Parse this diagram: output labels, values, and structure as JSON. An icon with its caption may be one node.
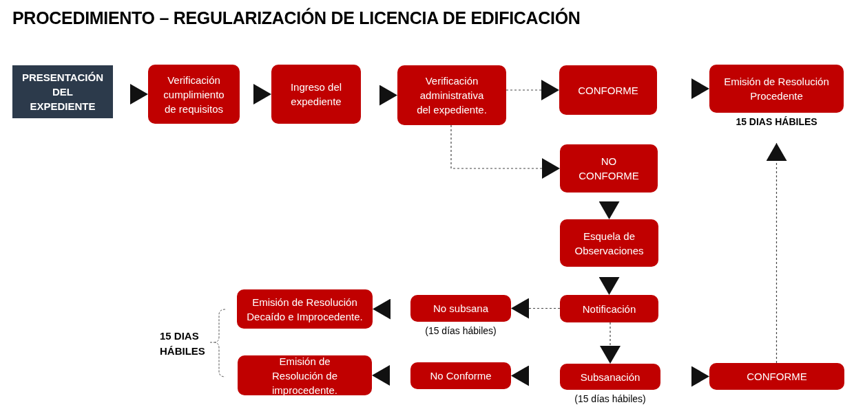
{
  "diagram": {
    "title": "PROCEDIMIENTO – REGULARIZACIÓN DE LICENCIA DE EDIFICACIÓN",
    "nodes": [
      {
        "text": [
          "PRESENTACIÓN DEL EXPEDIENTE"
        ]
      },
      {
        "text": [
          "Verificación cumplimiento de requisitos"
        ]
      },
      {
        "text": [
          "Ingreso del expediente"
        ]
      },
      {
        "text": [
          "Verificación administrativa del expediente."
        ]
      },
      {
        "text": [
          "CONFORME"
        ]
      },
      {
        "text": [
          "Emisión de Resolución Procedente"
        ],
        "beside": [
          "15 DIAS HÁBILES"
        ]
      },
      {
        "text": [
          "NO CONFORME"
        ]
      },
      {
        "text": [
          "Esquela de Observaciones"
        ]
      },
      {
        "text": [
          "Notificación"
        ]
      },
      {
        "text": [
          "No subsana"
        ],
        "beside": [
          "(15 días hábiles)"
        ]
      },
      {
        "text": [
          "Emisión de Resolución Decaído e Improcedente."
        ]
      },
      {
        "text": [
          "Subsanación"
        ],
        "beside": [
          "(15 días hábiles)"
        ]
      },
      {
        "text": [
          "No Conforme"
        ]
      },
      {
        "text": [
          "Emisión de Resolución de improcedente."
        ]
      },
      {
        "text": [
          "CONFORME"
        ]
      }
    ],
    "edges": [
      {
        "from": 0,
        "to": 1,
        "arrow": "to"
      },
      {
        "from": 1,
        "to": 2,
        "arrow": "to"
      },
      {
        "from": 2,
        "to": 3,
        "arrow": "to"
      },
      {
        "from": 3,
        "to": 4,
        "arrow": "to",
        "style": "dashed"
      },
      {
        "from": 3,
        "to": 6,
        "arrow": "to",
        "style": "dashed"
      },
      {
        "from": 4,
        "to": 5,
        "arrow": "to"
      },
      {
        "from": 6,
        "to": 7,
        "arrow": "to"
      },
      {
        "from": 7,
        "to": 8,
        "arrow": "to"
      },
      {
        "from": 8,
        "to": 9,
        "arrow": "to",
        "style": "dashed"
      },
      {
        "from": 9,
        "to": 10,
        "arrow": "to"
      },
      {
        "from": 8,
        "to": 11,
        "arrow": "to",
        "style": "dashed"
      },
      {
        "from": 11,
        "to": 12,
        "arrow": "to"
      },
      {
        "from": 12,
        "to": 13,
        "arrow": "to"
      },
      {
        "from": 11,
        "to": 14,
        "arrow": "to"
      },
      {
        "from": 14,
        "to": 5,
        "arrow": "to",
        "style": "dashed"
      }
    ],
    "labels": [
      "15 DIAS HÁBILES"
    ]
  }
}
